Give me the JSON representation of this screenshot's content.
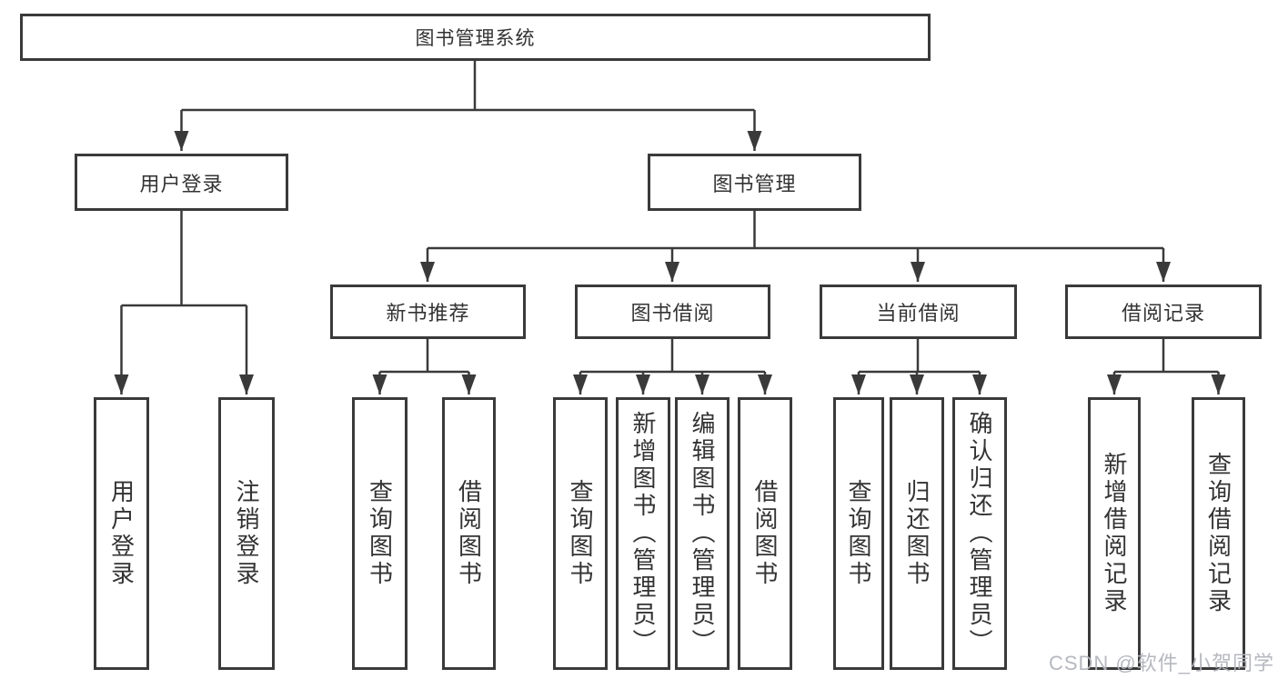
{
  "title": {
    "label": "图书管理系统"
  },
  "nodes": {
    "user_login": "用户登录",
    "book_management": "图书管理",
    "new_book": "新书推荐",
    "book_borrow": "图书借阅",
    "current_borrow": "当前借阅",
    "borrow_records": "借阅记录",
    "leaf_user_login": "用户登录",
    "leaf_logout": "注销登录",
    "leaf_nb_query": "查询图书",
    "leaf_nb_borrow": "借阅图书",
    "leaf_bb_query": "查询图书",
    "leaf_bb_add": "新增图书（管理员）",
    "leaf_bb_edit": "编辑图书（管理员）",
    "leaf_bb_borrow": "借阅图书",
    "leaf_cb_query": "查询图书",
    "leaf_cb_return": "归还图书",
    "leaf_cb_confirm": "确认归还（管理员）",
    "leaf_br_add": "新增借阅记录",
    "leaf_br_query": "查询借阅记录"
  },
  "watermark": "CSDN @软件_小贺同学",
  "colors": {
    "line": "#3a3a3a",
    "border": "#3a3a3a",
    "text": "#333333",
    "background": "#ffffff",
    "watermark": "#b2b4bc"
  }
}
